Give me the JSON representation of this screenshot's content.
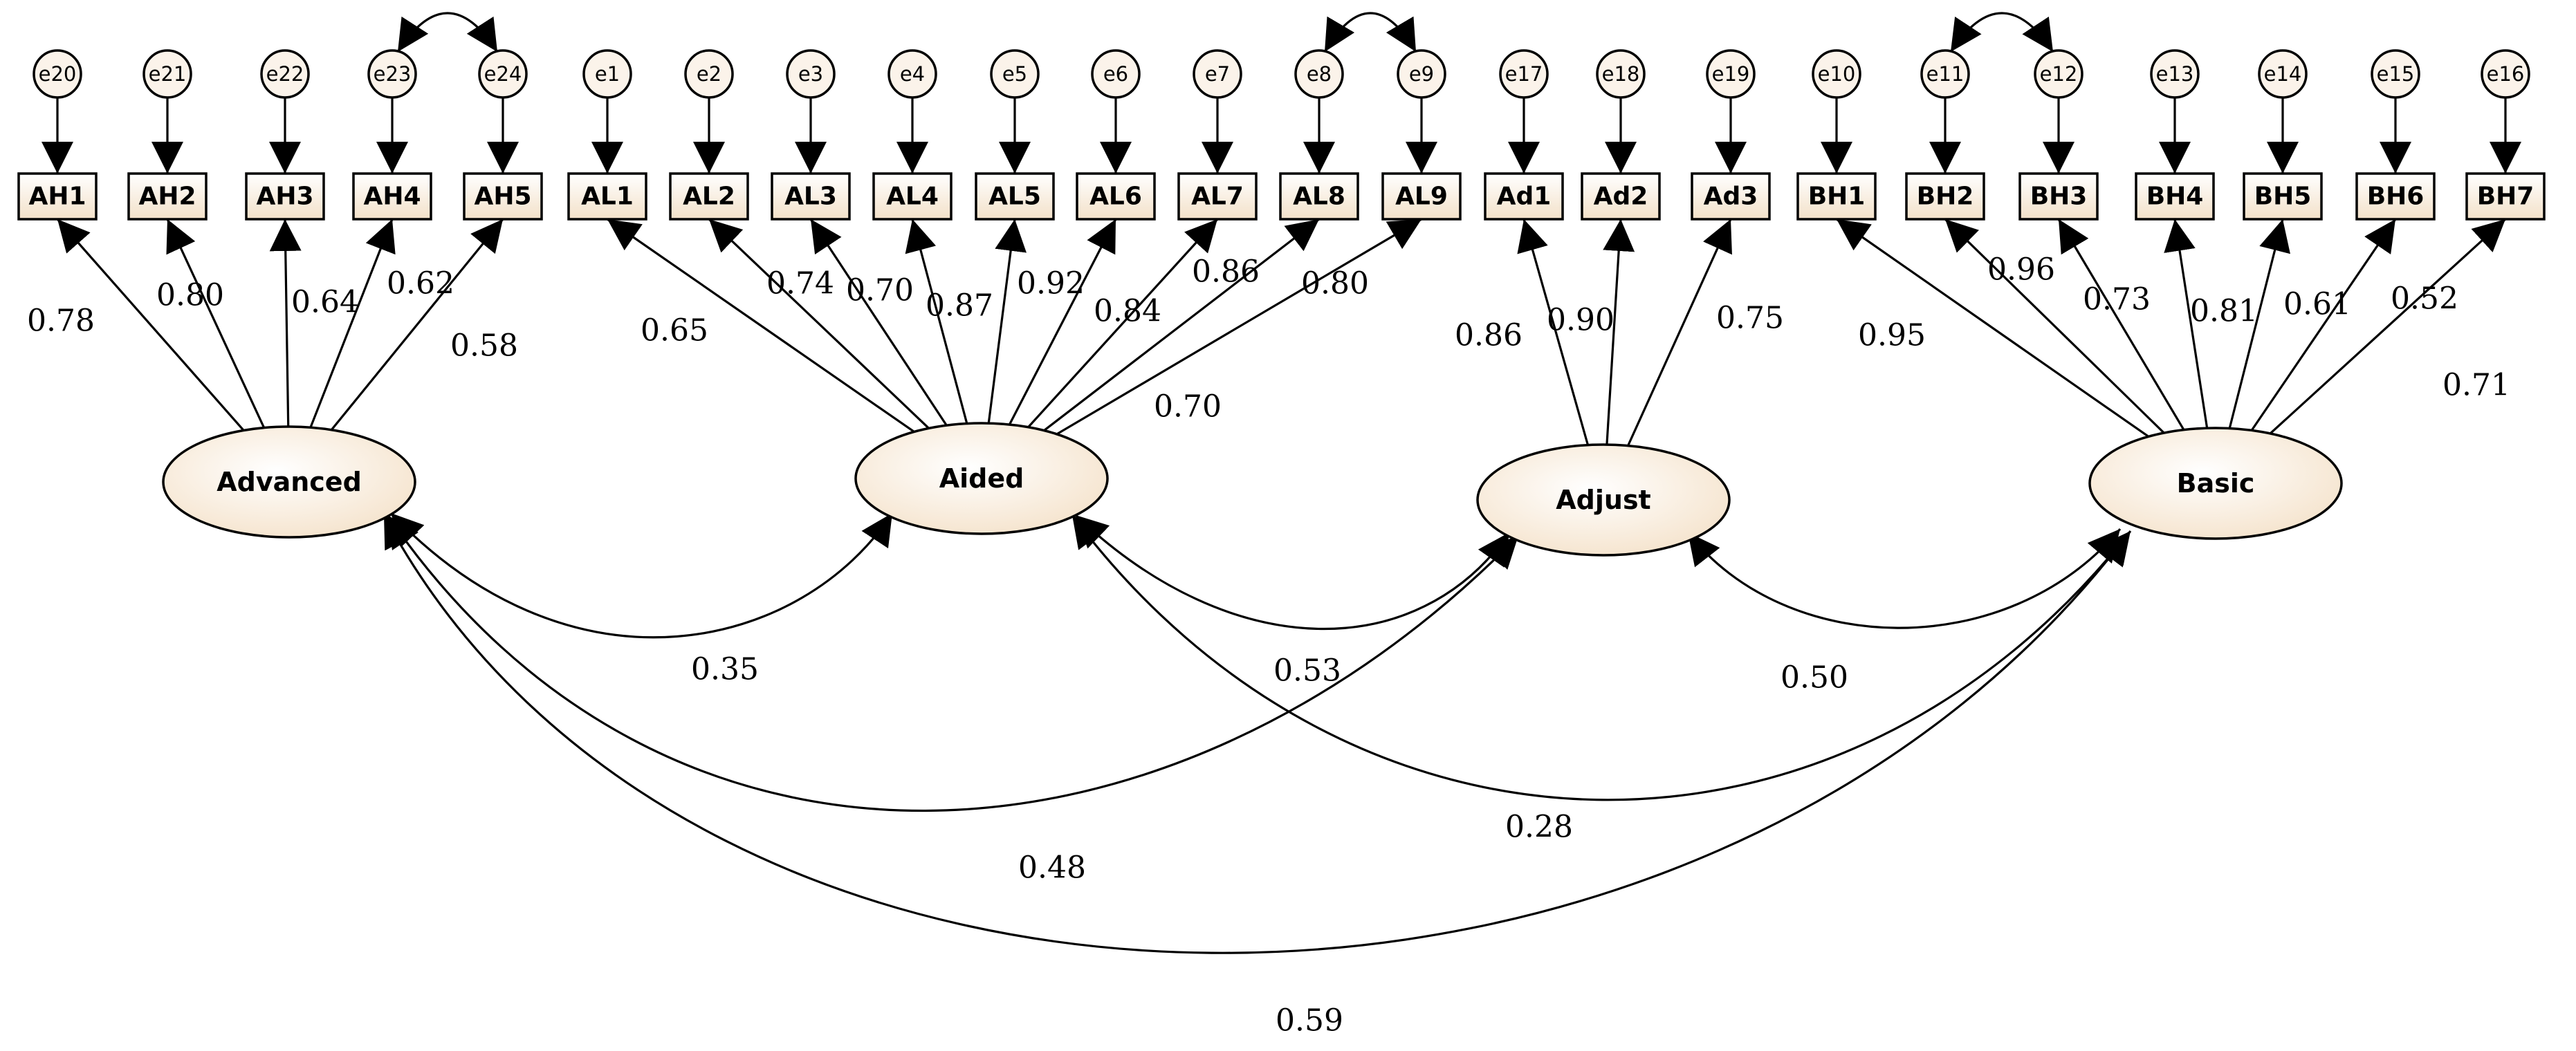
{
  "latents": [
    {
      "id": "advanced",
      "label": "Advanced"
    },
    {
      "id": "aided",
      "label": "Aided"
    },
    {
      "id": "adjust",
      "label": "Adjust"
    },
    {
      "id": "basic",
      "label": "Basic"
    }
  ],
  "indicators": [
    {
      "label": "AH1",
      "error": "e20",
      "latent": "advanced",
      "loading": "0.78"
    },
    {
      "label": "AH2",
      "error": "e21",
      "latent": "advanced",
      "loading": "0.80"
    },
    {
      "label": "AH3",
      "error": "e22",
      "latent": "advanced",
      "loading": "0.64"
    },
    {
      "label": "AH4",
      "error": "e23",
      "latent": "advanced",
      "loading": "0.62"
    },
    {
      "label": "AH5",
      "error": "e24",
      "latent": "advanced",
      "loading": "0.58"
    },
    {
      "label": "AL1",
      "error": "e1",
      "latent": "aided",
      "loading": "0.65"
    },
    {
      "label": "AL2",
      "error": "e2",
      "latent": "aided",
      "loading": "0.74"
    },
    {
      "label": "AL3",
      "error": "e3",
      "latent": "aided",
      "loading": "0.70"
    },
    {
      "label": "AL4",
      "error": "e4",
      "latent": "aided",
      "loading": "0.87"
    },
    {
      "label": "AL5",
      "error": "e5",
      "latent": "aided",
      "loading": "0.92"
    },
    {
      "label": "AL6",
      "error": "e6",
      "latent": "aided",
      "loading": "0.84"
    },
    {
      "label": "AL7",
      "error": "e7",
      "latent": "aided",
      "loading": "0.86"
    },
    {
      "label": "AL8",
      "error": "e8",
      "latent": "aided",
      "loading": "0.70"
    },
    {
      "label": "AL9",
      "error": "e9",
      "latent": "aided",
      "loading": "0.80"
    },
    {
      "label": "Ad1",
      "error": "e17",
      "latent": "adjust",
      "loading": "0.86"
    },
    {
      "label": "Ad2",
      "error": "e18",
      "latent": "adjust",
      "loading": "0.90"
    },
    {
      "label": "Ad3",
      "error": "e19",
      "latent": "adjust",
      "loading": "0.75"
    },
    {
      "label": "BH1",
      "error": "e10",
      "latent": "basic",
      "loading": "0.95"
    },
    {
      "label": "BH2",
      "error": "e11",
      "latent": "basic",
      "loading": "0.96"
    },
    {
      "label": "BH3",
      "error": "e12",
      "latent": "basic",
      "loading": "0.73"
    },
    {
      "label": "BH4",
      "error": "e13",
      "latent": "basic",
      "loading": "0.81"
    },
    {
      "label": "BH5",
      "error": "e14",
      "latent": "basic",
      "loading": "0.61"
    },
    {
      "label": "BH6",
      "error": "e15",
      "latent": "basic",
      "loading": "0.52"
    },
    {
      "label": "BH7",
      "error": "e16",
      "latent": "basic",
      "loading": "0.71"
    }
  ],
  "error_covariances": [
    {
      "from": "e23",
      "to": "e24"
    },
    {
      "from": "e8",
      "to": "e9"
    },
    {
      "from": "e11",
      "to": "e12"
    }
  ],
  "correlations": [
    {
      "from": "advanced",
      "to": "aided",
      "value": "0.35"
    },
    {
      "from": "aided",
      "to": "adjust",
      "value": "0.53"
    },
    {
      "from": "adjust",
      "to": "basic",
      "value": "0.50"
    },
    {
      "from": "aided",
      "to": "basic",
      "value": "0.28"
    },
    {
      "from": "advanced",
      "to": "adjust",
      "value": "0.48"
    },
    {
      "from": "advanced",
      "to": "basic",
      "value": "0.59"
    }
  ],
  "colors": {
    "box_fill_top": "#ffffff",
    "box_fill_bottom": "#f3e1c9",
    "ellipse_fill_center": "#ffffff",
    "ellipse_fill_edge": "#f5e3cc",
    "error_fill": "#fbf3ea",
    "line": "#000000"
  }
}
